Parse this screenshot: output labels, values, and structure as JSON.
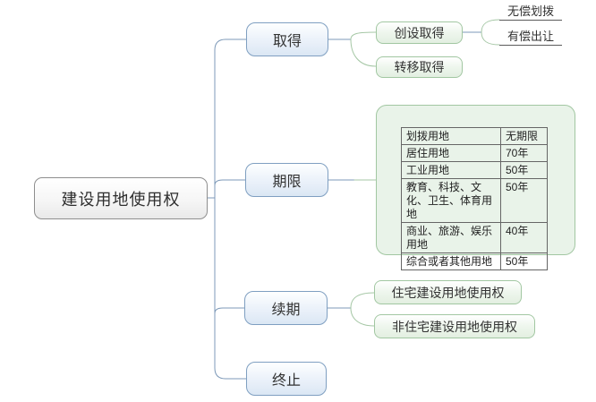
{
  "mindmap": {
    "root_label": "建设用地使用权",
    "branches": {
      "acquire": "取得",
      "duration": "期限",
      "renewal": "续期",
      "termination": "终止"
    },
    "acquire": {
      "create": "创设取得",
      "transfer": "转移取得",
      "create_children": {
        "free_allocation": "无偿划拨",
        "paid_grant": "有偿出让"
      }
    },
    "renewal": {
      "residential": "住宅建设用地使用权",
      "non_residential": "非住宅建设用地使用权"
    }
  },
  "duration_table": {
    "rows": [
      {
        "land_use": "划拨用地",
        "term": "无期限"
      },
      {
        "land_use": "居住用地",
        "term": "70年"
      },
      {
        "land_use": "工业用地",
        "term": "50年"
      },
      {
        "land_use": "教育、科技、文化、卫生、体育用地",
        "term": "50年"
      },
      {
        "land_use": "商业、旅游、娱乐用地",
        "term": "40年"
      },
      {
        "land_use": "综合或者其他用地",
        "term": "50年"
      }
    ]
  },
  "colors": {
    "blue_node_border": "#7f9fc1",
    "blue_node_fill": "#dbe7f4",
    "green_node_border": "#a2c7a2",
    "green_node_fill": "#e3efe1",
    "green_panel_fill": "#e9f3e9",
    "root_border": "#8e8e8e",
    "connector_blue": "#7d99b8",
    "connector_green": "#a5c7a5",
    "underline_color": "#5a5a5a",
    "table_border": "#666666",
    "text_color": "#333333"
  }
}
